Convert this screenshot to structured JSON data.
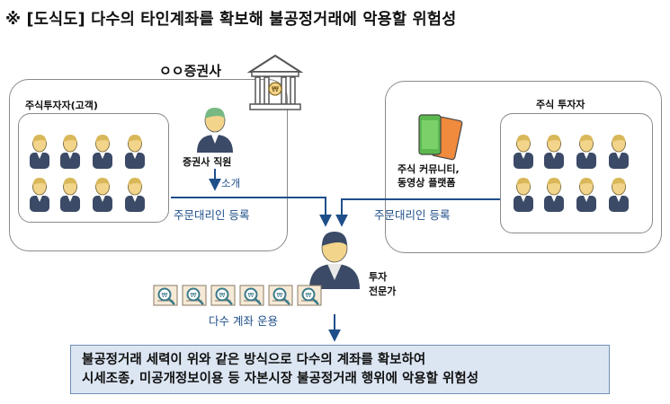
{
  "title": "※ [도식도] 다수의 타인계좌를 확보해 불공정거래에 악용할 위험성",
  "securities_firm": {
    "label": "ㅇㅇ증권사",
    "bank_icon": "bank-building-icon",
    "customers_label": "주식투자자(고객)",
    "employee_label": "증권사 직원",
    "referral_label": "소개",
    "order_agent_label": "주문대리인 등록"
  },
  "investors": {
    "label": "주식 투자자",
    "platform_label_line1": "주식 커뮤니티,",
    "platform_label_line2": "동영상 플랫폼",
    "order_agent_label": "주문대리인 등록"
  },
  "expert": {
    "label_line1": "투자",
    "label_line2": "전문가"
  },
  "accounts": {
    "label": "다수 계좌 운용",
    "icon": "magnifier-document-icon",
    "count": 6
  },
  "result": {
    "line1": "불공정거래 세력이 위와 같은 방식으로 다수의 계좌를 확보하여",
    "line2": "시세조종, 미공개정보이용 등 자본시장 불공정거래 행위에 악용할 위험성"
  },
  "colors": {
    "arrow_blue": "#1f4f8a",
    "person_face": "#f2d48b",
    "person_body": "#3b4a66",
    "employee_hair": "#77b883",
    "expert_hair": "#3b4a66",
    "phone_green": "#5bb84f",
    "phone_orange": "#f08a3c",
    "result_fill": "#dce6f3"
  }
}
